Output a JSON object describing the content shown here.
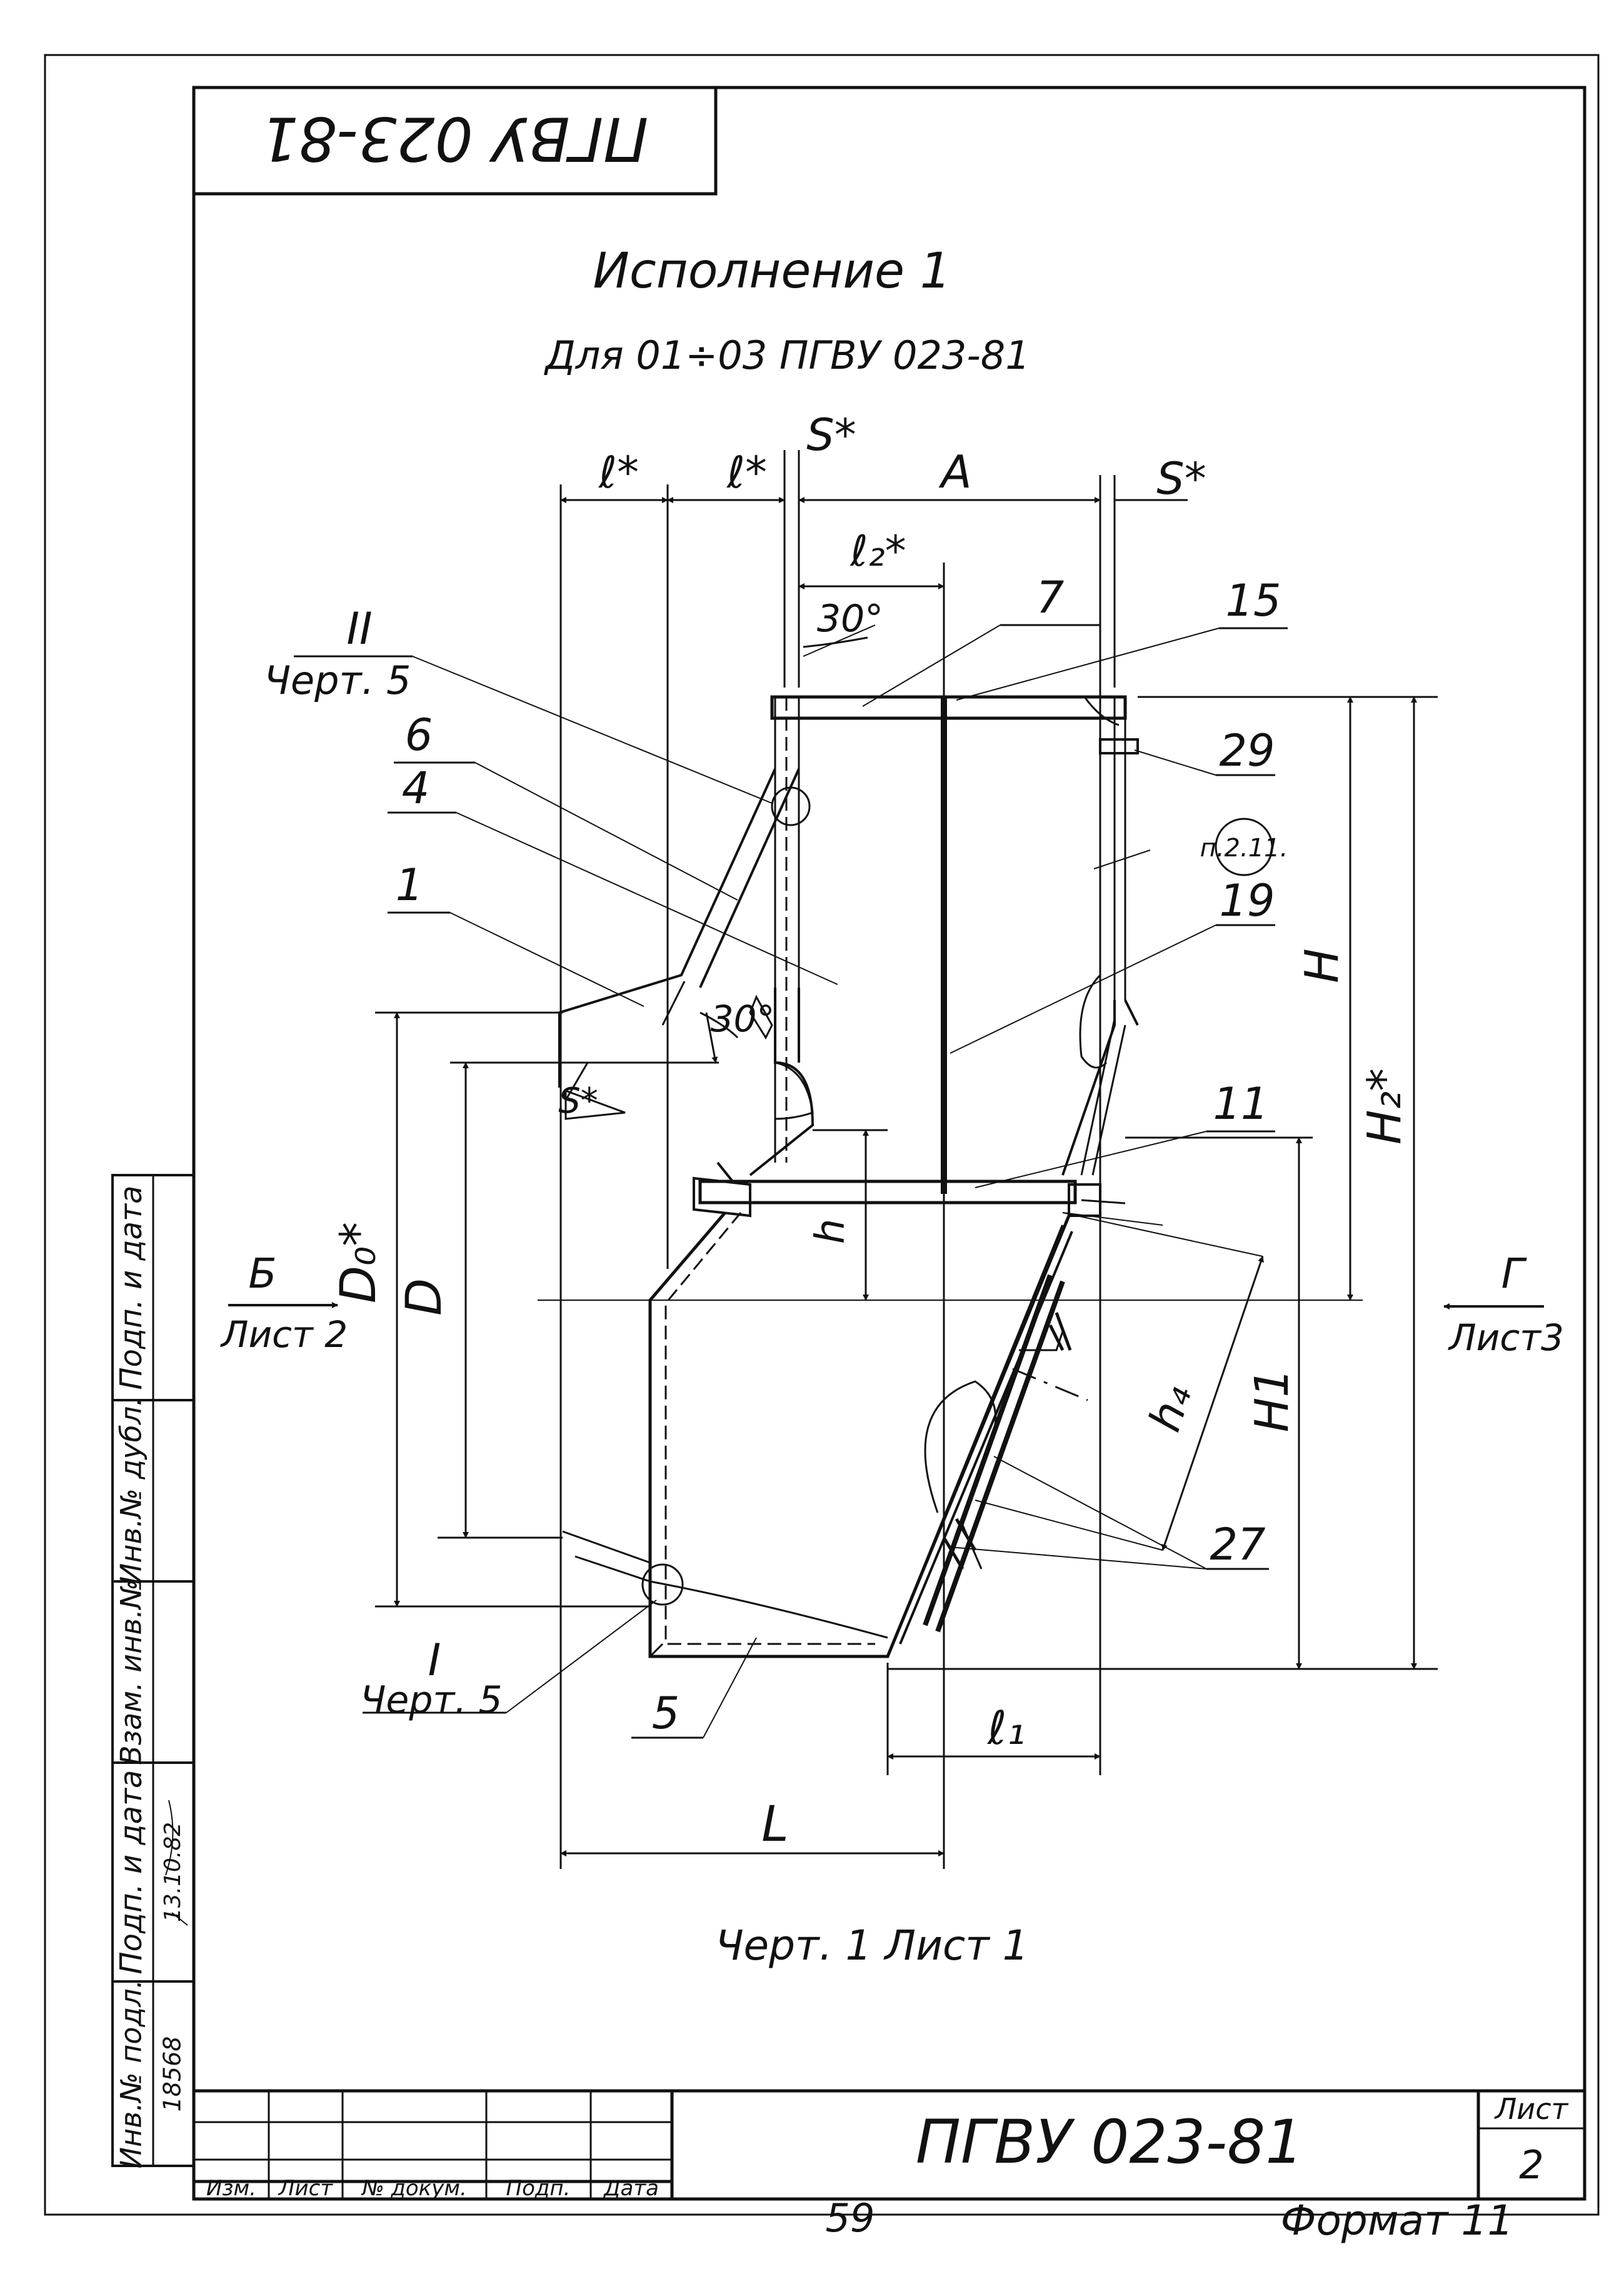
{
  "header": {
    "rotated_code": "ПГВУ 023-81"
  },
  "drawing": {
    "title": "Исполнение 1",
    "subtitle": "Для 01÷03 ПГВУ 023-81",
    "caption": "Черт. 1 Лист 1",
    "page_number": "59",
    "format": "Формат 11",
    "dimensions": {
      "l_star": "ℓ*",
      "s_star": "S*",
      "A": "A",
      "l2_star": "ℓ₂*",
      "angle30": "30°",
      "H": "H",
      "H2_star": "H₂*",
      "H1": "H1",
      "D0_star": "D₀*",
      "D": "D",
      "h": "h",
      "h4": "h₄",
      "l1": "ℓ₁",
      "L": "L"
    },
    "callouts": {
      "detail_II": "II",
      "detail_I": "I",
      "cherz5": "Черт. 5",
      "p1": "1",
      "p4": "4",
      "p5": "5",
      "p6": "6",
      "p7": "7",
      "p11": "11",
      "p15": "15",
      "p19": "19",
      "p27": "27",
      "p29": "29",
      "note": "п.2.11."
    },
    "views": {
      "B": "Б",
      "B_sheet": "Лист 2",
      "G": "Г",
      "G_sheet": "Лист3"
    }
  },
  "side_stamp": [
    "Подп. и дата",
    "Инв.№ дубл.",
    "Взам. инв.№",
    "Подп. и дата",
    "Инв.№ подл."
  ],
  "side_stamp_values": {
    "sign_date": "13.10.82",
    "inv_no": "18568"
  },
  "title_block": {
    "columns": [
      "Изм.",
      "Лист",
      "№ докум.",
      "Подп.",
      "Дата"
    ],
    "code": "ПГВУ 023-81",
    "sheet_label": "Лист",
    "sheet_number": "2"
  }
}
